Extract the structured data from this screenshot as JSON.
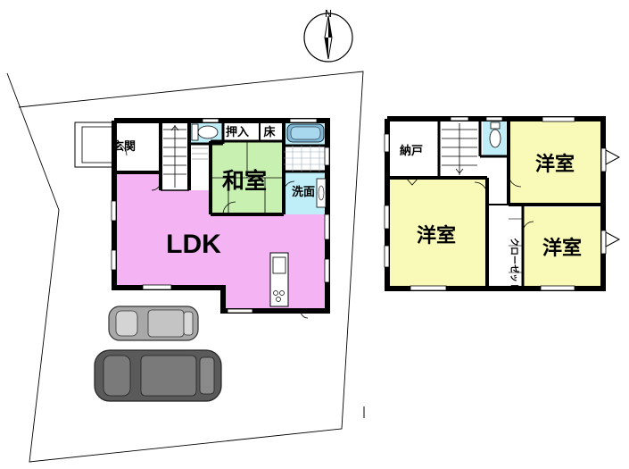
{
  "compass": {
    "north_label": "N"
  },
  "floor1": {
    "ldk": "LDK",
    "washitsu": "和室",
    "genkan": "玄関",
    "oshiire": "押入",
    "toko": "床",
    "senmen": "洗面"
  },
  "floor2": {
    "nando": "納戸",
    "youshitsu_top_right": "洋室",
    "youshitsu_left": "洋室",
    "youshitsu_bottom_right": "洋室",
    "closet": "クローゼット"
  },
  "colors": {
    "ldk": "#f4b4f4",
    "washitsu": "#c8f0b0",
    "youshitsu": "#fafab8",
    "wet_area": "#c0eef8",
    "wall": "#000000",
    "car_silver": "#a8a8a8",
    "car_dark": "#5a5a5a"
  },
  "icons": [
    "compass-rose-icon",
    "car-icon",
    "toilet-icon",
    "bathtub-icon",
    "stairs-icon",
    "sink-icon",
    "window-icon"
  ]
}
